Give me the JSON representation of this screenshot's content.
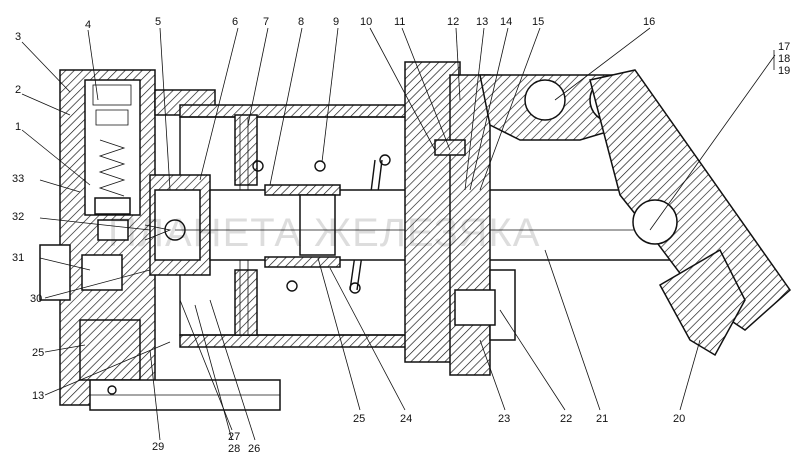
{
  "watermark": "ПЛАНЕТА ЖЕЛЕЗЯКА",
  "callouts": {
    "c1": "1",
    "c2": "2",
    "c3": "3",
    "c4": "4",
    "c5": "5",
    "c6": "6",
    "c7": "7",
    "c8": "8",
    "c9": "9",
    "c10": "10",
    "c11": "11",
    "c12": "12",
    "c13_top": "13",
    "c14": "14",
    "c15": "15",
    "c16": "16",
    "c17": "17",
    "c18": "18",
    "c19": "19",
    "c20": "20",
    "c21": "21",
    "c22": "22",
    "c23": "23",
    "c24": "24",
    "c25_bottom": "25",
    "c26": "26",
    "c27": "27",
    "c28": "28",
    "c29": "29",
    "c30": "30",
    "c31": "31",
    "c32": "32",
    "c33": "33",
    "c25_left": "25",
    "c13_left": "13"
  },
  "colors": {
    "ink": "#111111",
    "paper": "#ffffff"
  }
}
